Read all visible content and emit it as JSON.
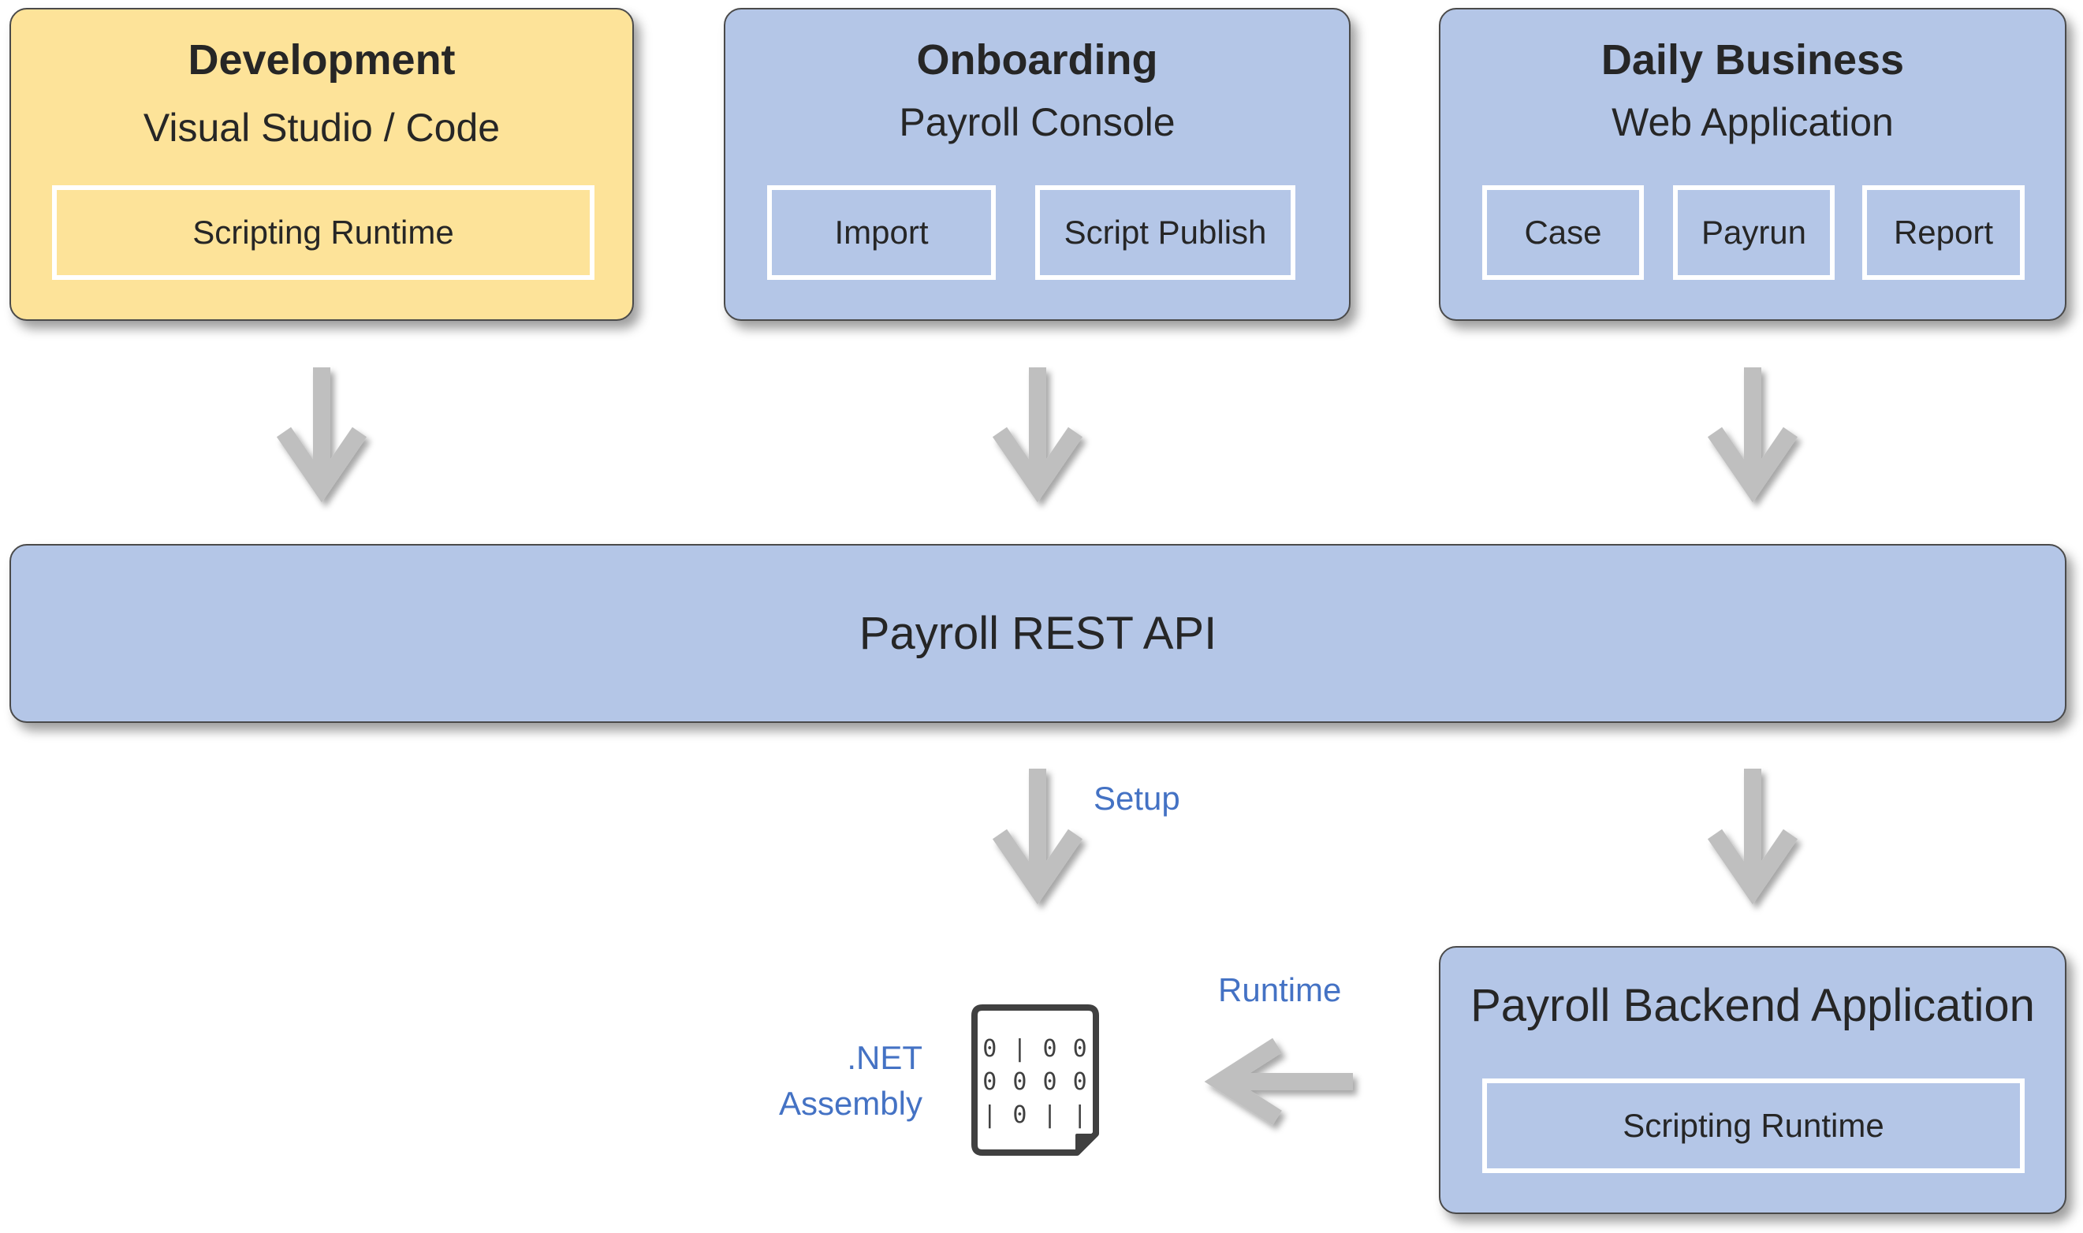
{
  "development": {
    "title": "Development",
    "subtitle": "Visual Studio / Code",
    "runtime_label": "Scripting Runtime",
    "color": "#fde399"
  },
  "onboarding": {
    "title": "Onboarding",
    "subtitle": "Payroll Console",
    "items": [
      {
        "label": "Import"
      },
      {
        "label": "Script Publish"
      }
    ]
  },
  "daily_business": {
    "title": "Daily Business",
    "subtitle": "Web Application",
    "items": [
      {
        "label": "Case"
      },
      {
        "label": "Payrun"
      },
      {
        "label": "Report"
      }
    ]
  },
  "rest_api": {
    "label": "Payroll REST API"
  },
  "backend": {
    "title": "Payroll Backend Application",
    "runtime_label": "Scripting Runtime"
  },
  "assembly": {
    "line1": ".NET",
    "line2": "Assembly",
    "binary_rows": [
      "0 | 0 0",
      "0 0 0 0",
      "| 0 | |"
    ]
  },
  "edges": {
    "setup_label": "Setup",
    "runtime_label": "Runtime"
  },
  "colors": {
    "box_blue": "#b4c6e7",
    "box_yellow": "#fde399",
    "arrow_gray": "#bfbfbf",
    "label_blue": "#4472c4"
  },
  "icons": {
    "assembly": "binary-file-icon",
    "arrow": "gray-down-arrow-icon"
  }
}
